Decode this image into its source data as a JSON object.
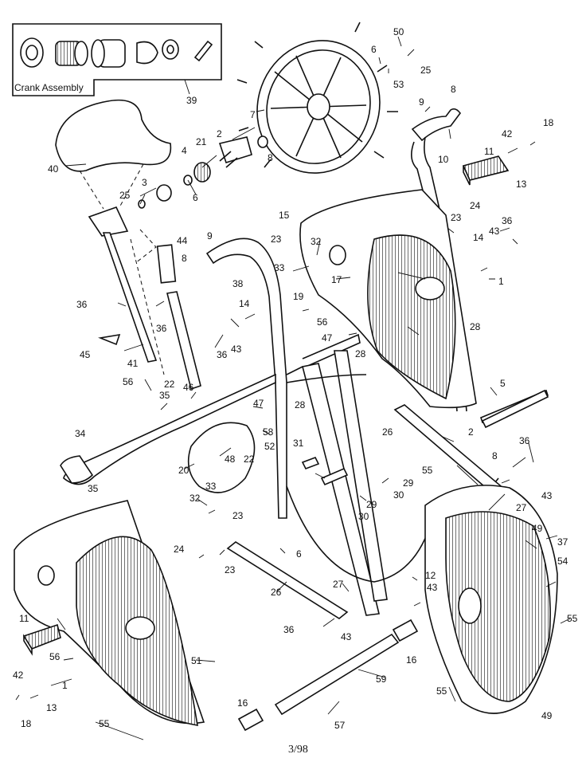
{
  "inset": {
    "label": "Crank Assembly",
    "number": "39"
  },
  "footer": "3/98",
  "callouts": [
    "1",
    "2",
    "3",
    "4",
    "5",
    "6",
    "7",
    "8",
    "9",
    "10",
    "11",
    "12",
    "13",
    "14",
    "15",
    "16",
    "17",
    "18",
    "19",
    "20",
    "21",
    "22",
    "23",
    "24",
    "25",
    "26",
    "27",
    "28",
    "29",
    "30",
    "31",
    "32",
    "33",
    "34",
    "35",
    "36",
    "37",
    "38",
    "40",
    "41",
    "42",
    "43",
    "44",
    "45",
    "46",
    "47",
    "48",
    "49",
    "50",
    "51",
    "52",
    "53",
    "54",
    "55",
    "56",
    "57",
    "58",
    "59"
  ],
  "colors": {
    "line": "#111111",
    "background": "#ffffff"
  }
}
